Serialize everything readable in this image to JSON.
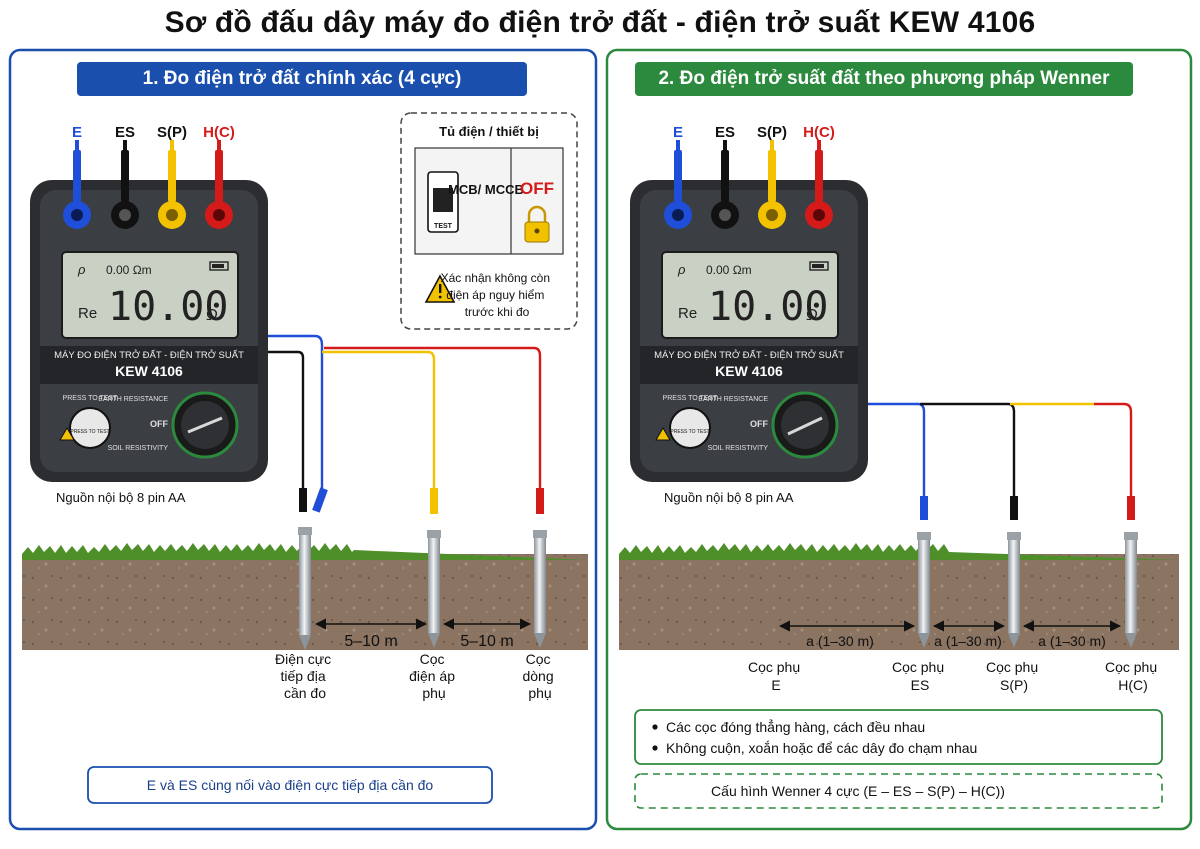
{
  "title": "Sơ đồ đấu dây máy đo điện trở đất - điện trở suất KEW 4106",
  "panel1": {
    "heading": "1. Đo điện trở đất chính xác (4 cực)",
    "terminals": [
      "E",
      "ES",
      "S(P)",
      "H(C)"
    ],
    "meter": {
      "display_top": "0.00 Ωm",
      "display_rho": "ρ",
      "display_mode": "Re",
      "display_value": "10.00",
      "display_unit": "Ω",
      "caption": "MÁY ĐO ĐIỆN TRỞ ĐẤT - ĐIỆN TRỞ SUẤT",
      "model": "KEW 4106",
      "press_label": "PRESS TO TEST",
      "press_button": "PRESS TO TEST",
      "dial_top": "EARTH RESISTANCE",
      "dial_mid": "OFF",
      "dial_bottom": "SOIL RESISTIVITY"
    },
    "power": "Nguồn nội bộ 8 pin AA",
    "safety": {
      "title": "Tủ điện / thiết bị",
      "breaker": "MCB/ MCCB",
      "test": "TEST",
      "off": "OFF",
      "warning": "Xác nhận không còn điện áp nguy hiểm trước khi đo"
    },
    "distances": [
      "5–10 m",
      "5–10 m"
    ],
    "electrodes": [
      "Điện cực tiếp địa cần đo",
      "Cọc điện áp phụ",
      "Cọc dòng phụ"
    ],
    "note": "E và ES cùng nối vào điện cực tiếp địa cần đo"
  },
  "panel2": {
    "heading": "2. Đo điện trở suất đất theo phương pháp Wenner",
    "terminals": [
      "E",
      "ES",
      "S(P)",
      "H(C)"
    ],
    "power": "Nguồn nội bộ 8 pin AA",
    "distances": [
      "a (1–30 m)",
      "a (1–30 m)",
      "a (1–30 m)"
    ],
    "electrodes": [
      "Cọc phụ E",
      "Cọc phụ ES",
      "Cọc phụ S(P)",
      "Cọc phụ H(C)"
    ],
    "notes": [
      "Các cọc đóng thẳng hàng, cách đều nhau",
      "Không cuộn, xoắn hoặc để các dây đo chạm nhau"
    ],
    "config": "Cấu hình Wenner 4 cực (E – ES – S(P) – H(C))"
  },
  "colors": {
    "blue": "#1a4fae",
    "green": "#2b8a3e",
    "E": "#1f4fd8",
    "ES": "#111111",
    "SP": "#f2c200",
    "HC": "#d51a1a",
    "soil": "#8b7461",
    "grass": "#4e8f2a"
  }
}
